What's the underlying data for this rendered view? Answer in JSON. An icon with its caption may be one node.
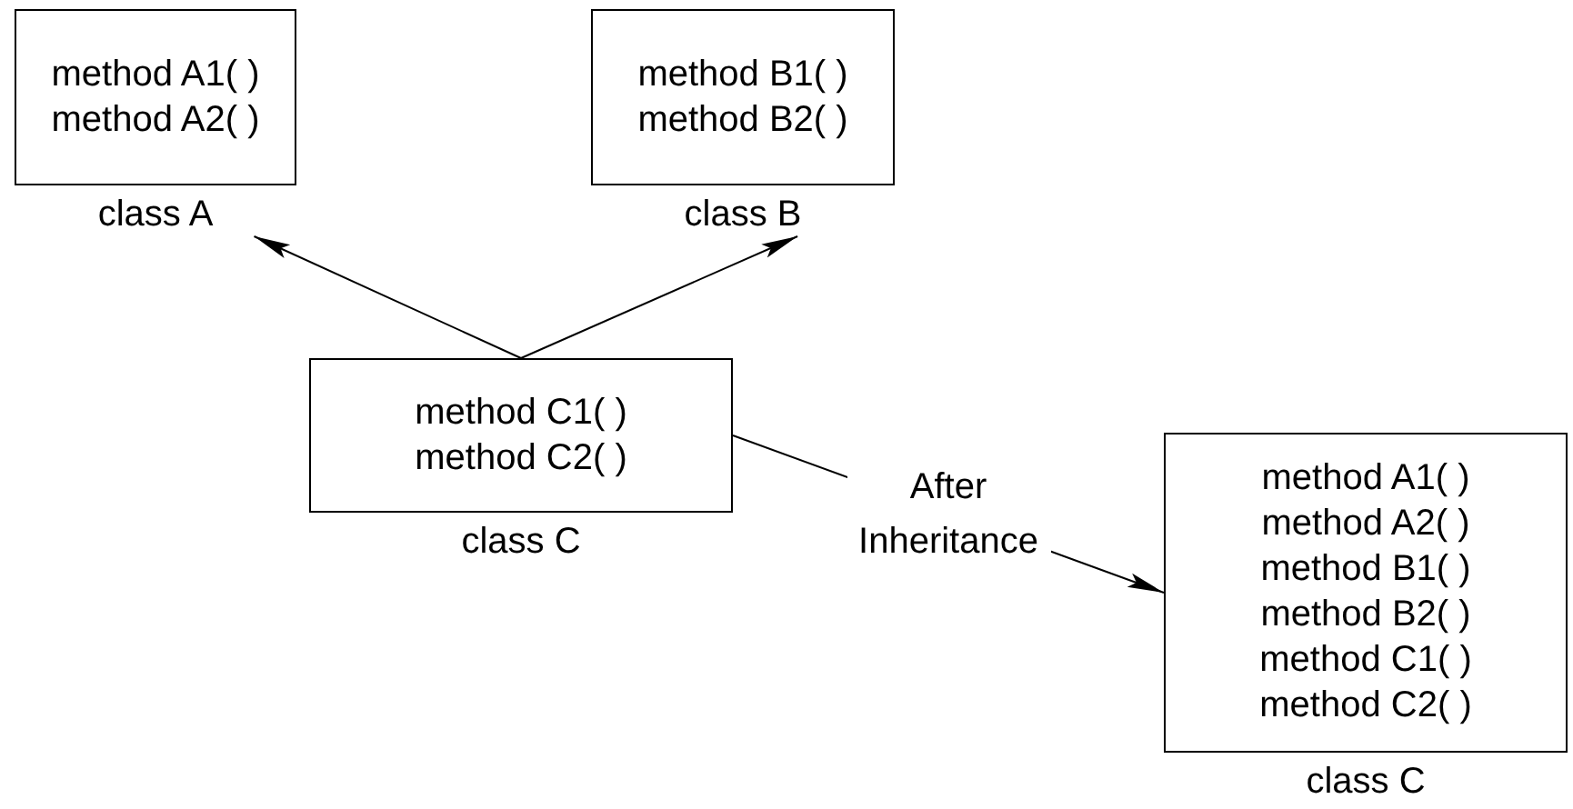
{
  "diagram": {
    "nodes": [
      {
        "text": [
          "method A1( )",
          "method A2( )",
          "class A"
        ]
      },
      {
        "text": [
          "method B1( )",
          "method B2( )",
          "class B"
        ]
      },
      {
        "text": [
          "method C1( )",
          "method C2( )",
          "class C"
        ]
      },
      {
        "text": [
          "method A1( )",
          "method A2( )",
          "method B1( )",
          "method B2( )",
          "method C1( )",
          "method C2( )",
          "class C"
        ]
      }
    ],
    "edges": [
      {
        "from": 2,
        "to": 0,
        "arrow": "to"
      },
      {
        "from": 2,
        "to": 1,
        "arrow": "to"
      },
      {
        "from": 2,
        "to": 3,
        "arrow": "to",
        "label": "After Inheritance"
      }
    ]
  }
}
